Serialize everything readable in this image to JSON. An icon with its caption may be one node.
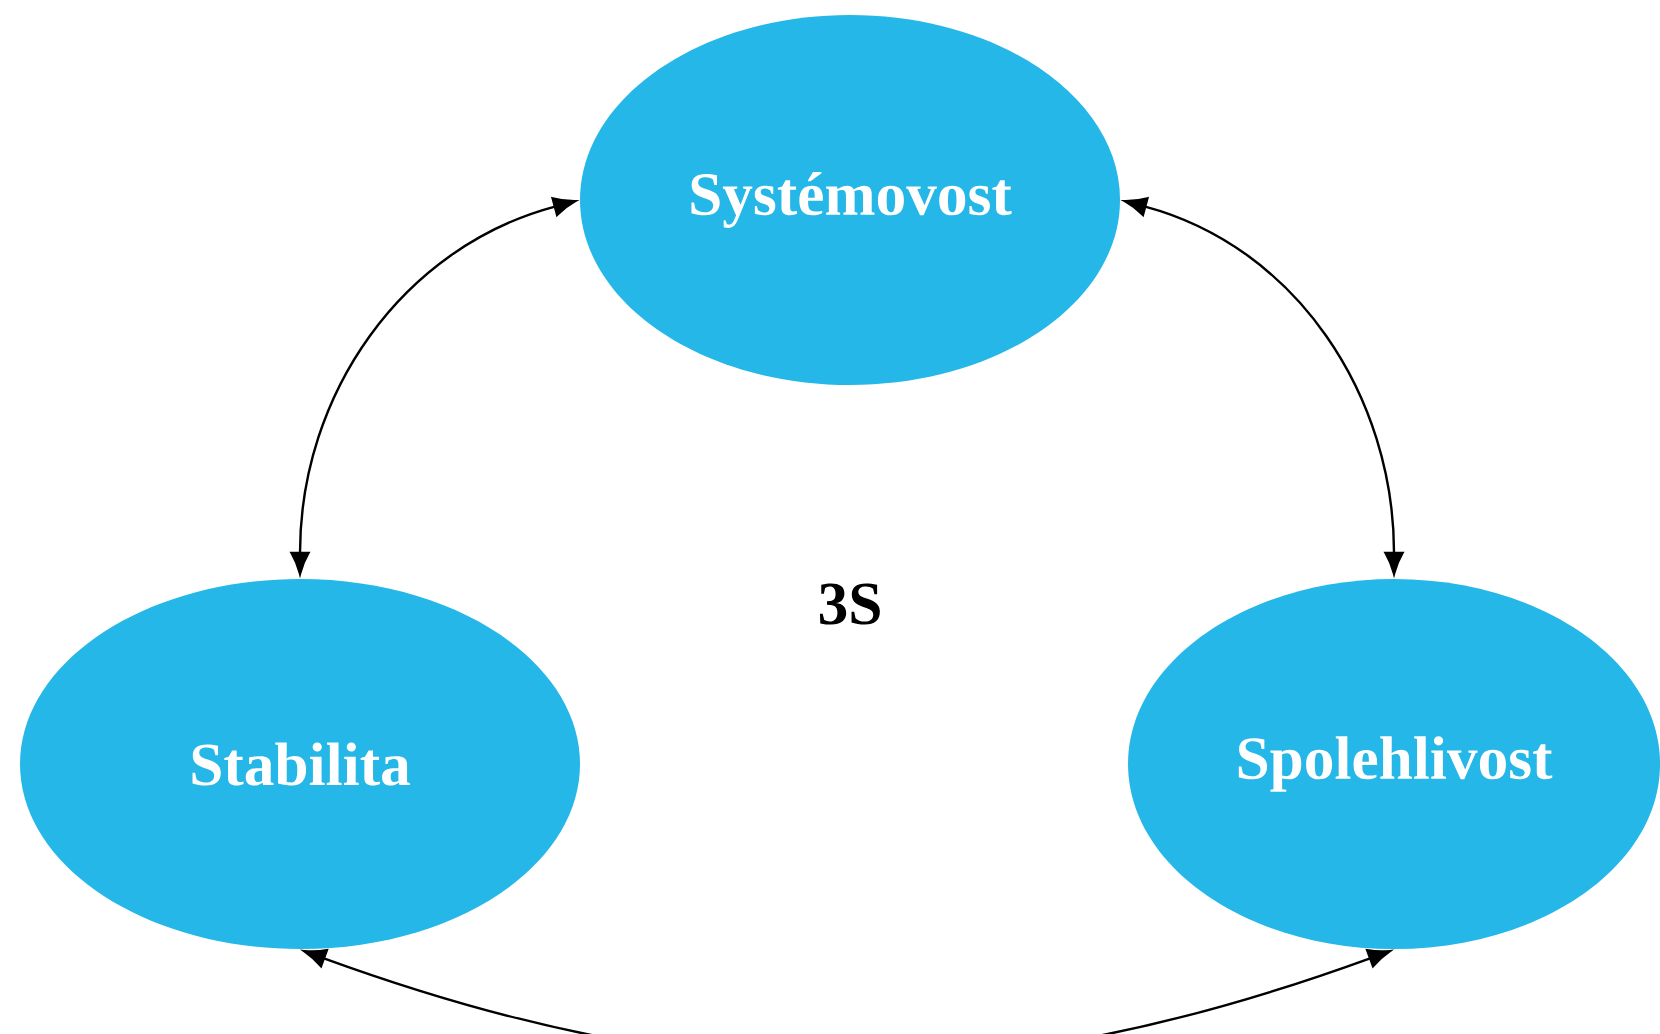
{
  "diagram": {
    "nodes": [
      {
        "text": [
          "Systémovost"
        ]
      },
      {
        "text": [
          "Stabilita"
        ]
      },
      {
        "text": [
          "Spolehlivost"
        ]
      }
    ],
    "edges": [
      {
        "from": 0,
        "to": 1,
        "arrow": "both"
      },
      {
        "from": 0,
        "to": 2,
        "arrow": "both"
      },
      {
        "from": 1,
        "to": 2,
        "arrow": "both"
      }
    ],
    "labels": [
      "3S"
    ]
  }
}
